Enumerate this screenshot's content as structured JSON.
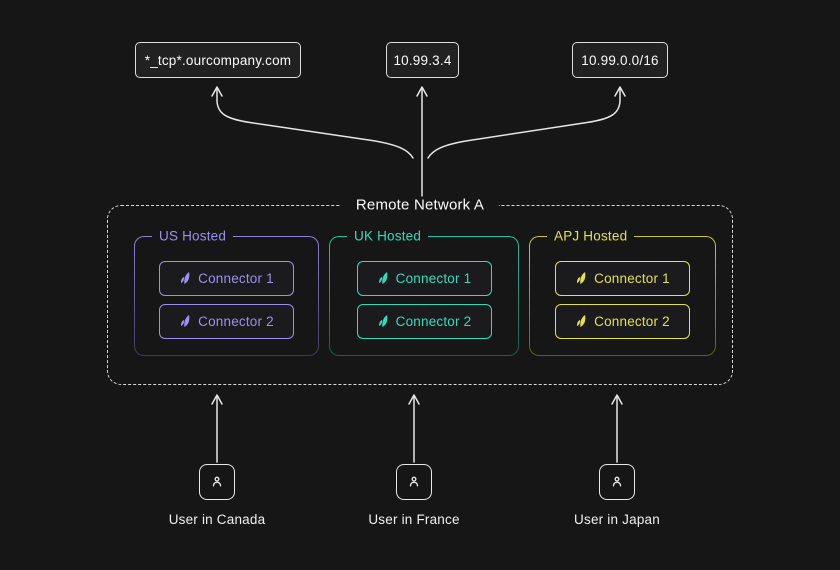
{
  "endpoints": [
    {
      "label": "*_tcp*.ourcompany.com"
    },
    {
      "label": "10.99.3.4"
    },
    {
      "label": "10.99.0.0/16"
    }
  ],
  "network": {
    "title": "Remote Network A",
    "groups": [
      {
        "label": "US Hosted",
        "accent": "#9b90f0",
        "border_hi": "#8c82dd",
        "border_lo": "#3d3a62",
        "connectors": [
          "Connector 1",
          "Connector 2"
        ]
      },
      {
        "label": "UK Hosted",
        "accent": "#2fdcbc",
        "border_hi": "#27c2a6",
        "border_lo": "#1b5a4e",
        "connectors": [
          "Connector 1",
          "Connector 2"
        ]
      },
      {
        "label": "APJ Hosted",
        "accent": "#e4e04a",
        "border_hi": "#c9c63e",
        "border_lo": "#5e5c22",
        "connectors": [
          "Connector 1",
          "Connector 2"
        ]
      }
    ]
  },
  "users": [
    {
      "label": "User in Canada"
    },
    {
      "label": "User in France"
    },
    {
      "label": "User in Japan"
    }
  ],
  "icons": {
    "connector": "leaf-icon",
    "user": "person-icon"
  },
  "colors": {
    "background": "#161616",
    "line_stroke": "#e6e6e6",
    "endpoint_box_bg": "#212121",
    "endpoint_box_border": "#dcdcdc",
    "dashed_border": "#d9d9d9"
  }
}
